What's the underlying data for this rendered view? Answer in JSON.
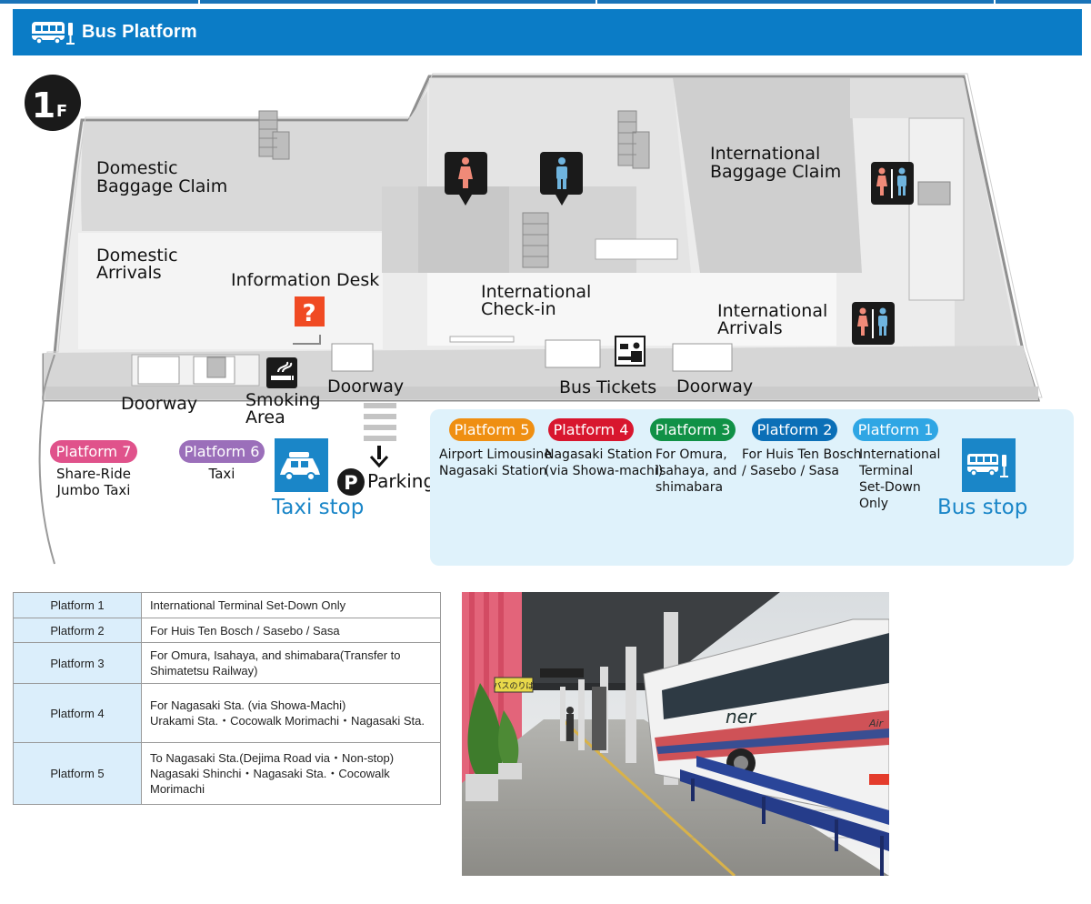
{
  "header": {
    "title": "Bus Platform"
  },
  "map": {
    "floor_label": {
      "number": "1",
      "letter": "F"
    },
    "areas": {
      "domestic_baggage_1": "Domestic",
      "domestic_baggage_2": "Baggage Claim",
      "domestic_arrivals_1": "Domestic",
      "domestic_arrivals_2": "Arrivals",
      "information_desk": "Information Desk",
      "intl_checkin_1": "International",
      "intl_checkin_2": "Check-in",
      "intl_baggage_1": "International",
      "intl_baggage_2": "Baggage Claim",
      "intl_arrivals_1": "International",
      "intl_arrivals_2": "Arrivals",
      "doorway_left": "Doorway",
      "smoking_1": "Smoking",
      "smoking_2": "Area",
      "doorway_mid": "Doorway",
      "bus_tickets": "Bus Tickets",
      "doorway_right": "Doorway",
      "parking": "Parking",
      "parking_letter": "P",
      "info_glyph": "?"
    },
    "taxi_platforms": [
      {
        "label": "Platform 7",
        "color": "#e0528b",
        "desc": [
          "Share-Ride",
          "Jumbo Taxi"
        ]
      },
      {
        "label": "Platform 6",
        "color": "#9b6fba",
        "desc": [
          "Taxi"
        ]
      }
    ],
    "taxi_stop_label": "Taxi stop",
    "bus_platforms": [
      {
        "label": "Platform 5",
        "color": "#ef8f12",
        "desc": [
          "Airport Limousine",
          "Nagasaki Station"
        ]
      },
      {
        "label": "Platform 4",
        "color": "#d8162e",
        "desc": [
          "Nagasaki Station",
          "(via Showa-machi)"
        ]
      },
      {
        "label": "Platform 3",
        "color": "#109146",
        "desc": [
          "For Omura,",
          "Isahaya, and",
          "shimabara"
        ]
      },
      {
        "label": "Platform 2",
        "color": "#0b6fb7",
        "desc": [
          "For Huis Ten Bosch",
          "/ Sasebo / Sasa"
        ]
      },
      {
        "label": "Platform 1",
        "color": "#2fa6e4",
        "desc": [
          "International",
          "Terminal",
          "Set-Down",
          "Only"
        ]
      }
    ],
    "bus_stop_label": "Bus stop"
  },
  "table": {
    "rows": [
      {
        "platform": "Platform 1",
        "lines": [
          "International Terminal Set-Down Only"
        ]
      },
      {
        "platform": "Platform 2",
        "lines": [
          "For Huis Ten Bosch / Sasebo / Sasa"
        ]
      },
      {
        "platform": "Platform 3",
        "lines": [
          "For Omura, Isahaya, and shimabara(Transfer to Shimatetsu Railway)"
        ]
      },
      {
        "platform": "Platform 4",
        "lines": [
          "For Nagasaki Sta. (via Showa-Machi)",
          "Urakami Sta.・Cocowalk Morimachi・Nagasaki Sta."
        ]
      },
      {
        "platform": "Platform 5",
        "lines": [
          "To Nagasaki Sta.(Dejima Road via・Non-stop)",
          "Nagasaki Shinchi・Nagasaki Sta.・Cocowalk Morimachi"
        ]
      }
    ]
  },
  "photo": {
    "sign_text": "バスのりば",
    "bus_text_1": "ner",
    "bus_text_2": "Air"
  },
  "colors": {
    "header_bg": "#0b7cc6",
    "bus_zone_bg": "#dff2fb",
    "table_label_bg": "#dbeefb",
    "taxi_blue": "#1a86c8",
    "info_red": "#f04a23"
  }
}
